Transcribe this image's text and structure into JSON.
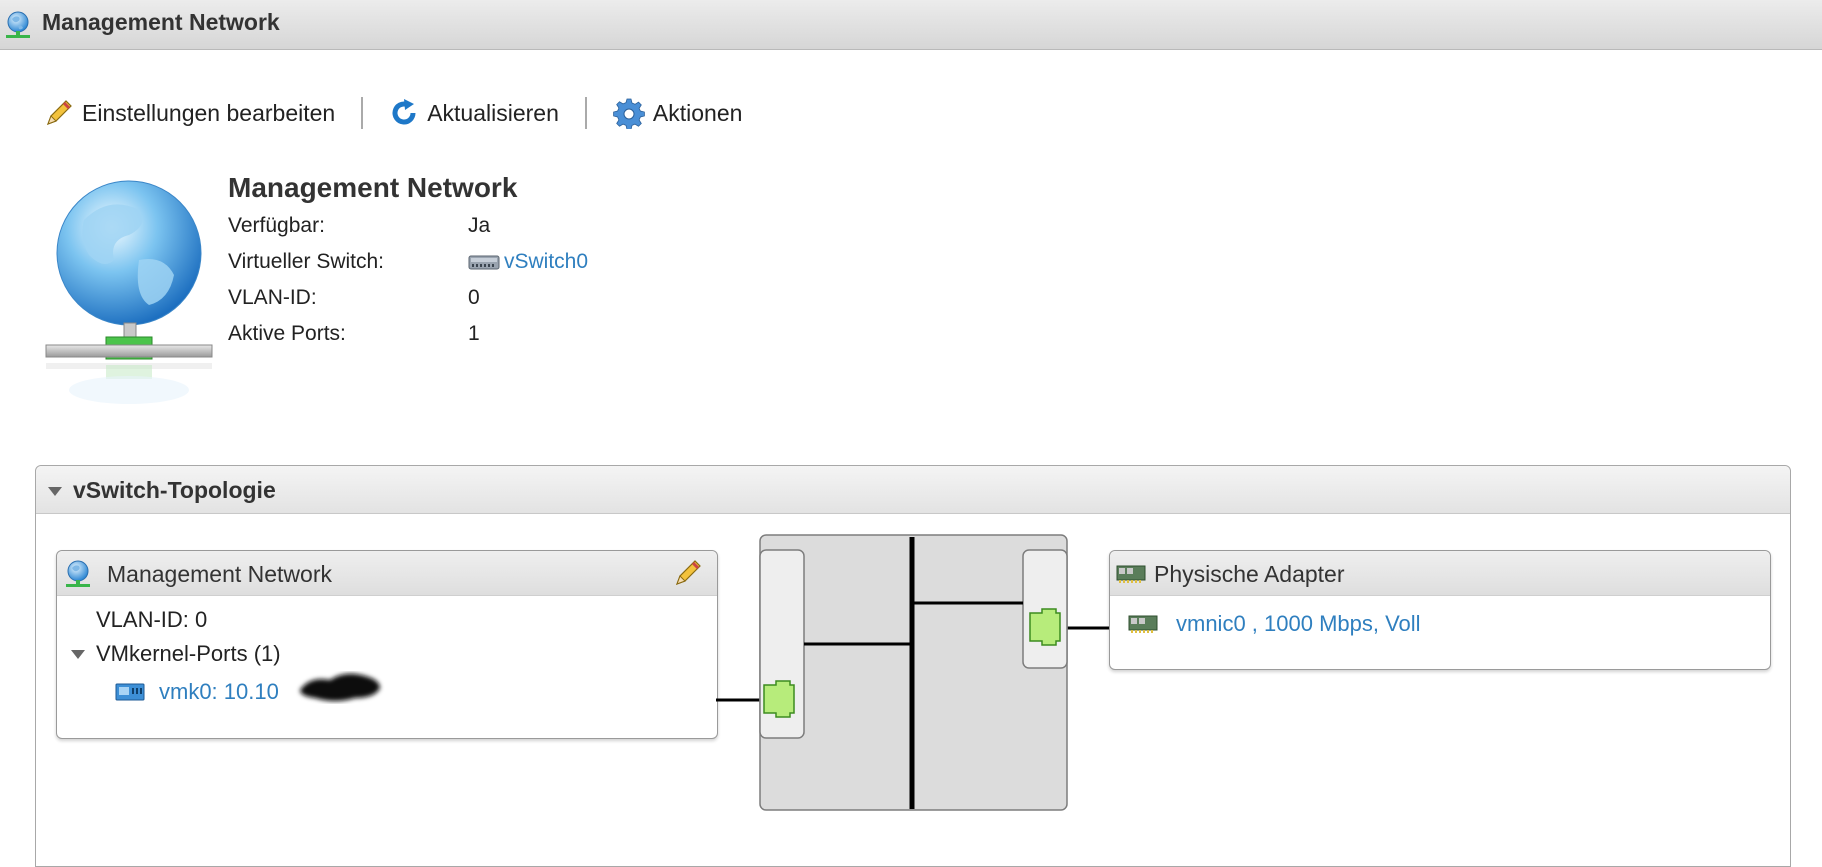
{
  "window": {
    "title": "Management Network"
  },
  "toolbar": {
    "edit_label": "Einstellungen bearbeiten",
    "refresh_label": "Aktualisieren",
    "actions_label": "Aktionen"
  },
  "details": {
    "title": "Management Network",
    "rows": [
      {
        "key": "Verfügbar:",
        "value": "Ja"
      },
      {
        "key": "Virtueller Switch:",
        "value": "vSwitch0"
      },
      {
        "key": "VLAN-ID:",
        "value": "0"
      },
      {
        "key": "Aktive Ports:",
        "value": "1"
      }
    ]
  },
  "topology": {
    "title": "vSwitch-Topologie",
    "port_group": {
      "title": "Management Network",
      "vlan": "VLAN-ID: 0",
      "vmkernel_ports": "VMkernel-Ports (1)",
      "vmk": "vmk0: 10.10"
    },
    "physical": {
      "title": "Physische Adapter",
      "nic": "vmnic0 , 1000 Mbps, Voll"
    }
  },
  "colors": {
    "link": "#2f7fbf",
    "port_green": "#b7ec7b",
    "switch_bg": "#dcdcdc"
  }
}
